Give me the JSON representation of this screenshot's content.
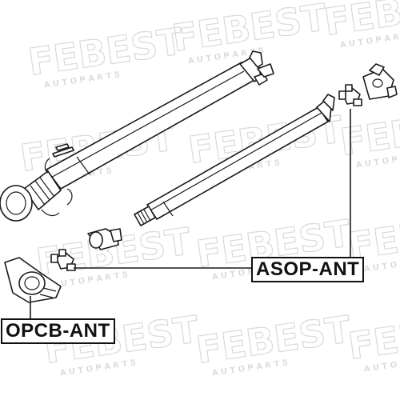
{
  "watermark": {
    "brand": "FEBEST",
    "tagline": "A U T O   P A R T S"
  },
  "labels": {
    "asop": "ASOP-ANT",
    "opcb": "OPCB-ANT"
  },
  "colors": {
    "line": "#1a1a1a",
    "watermark": "#d9d9d9",
    "background": "#ffffff"
  }
}
